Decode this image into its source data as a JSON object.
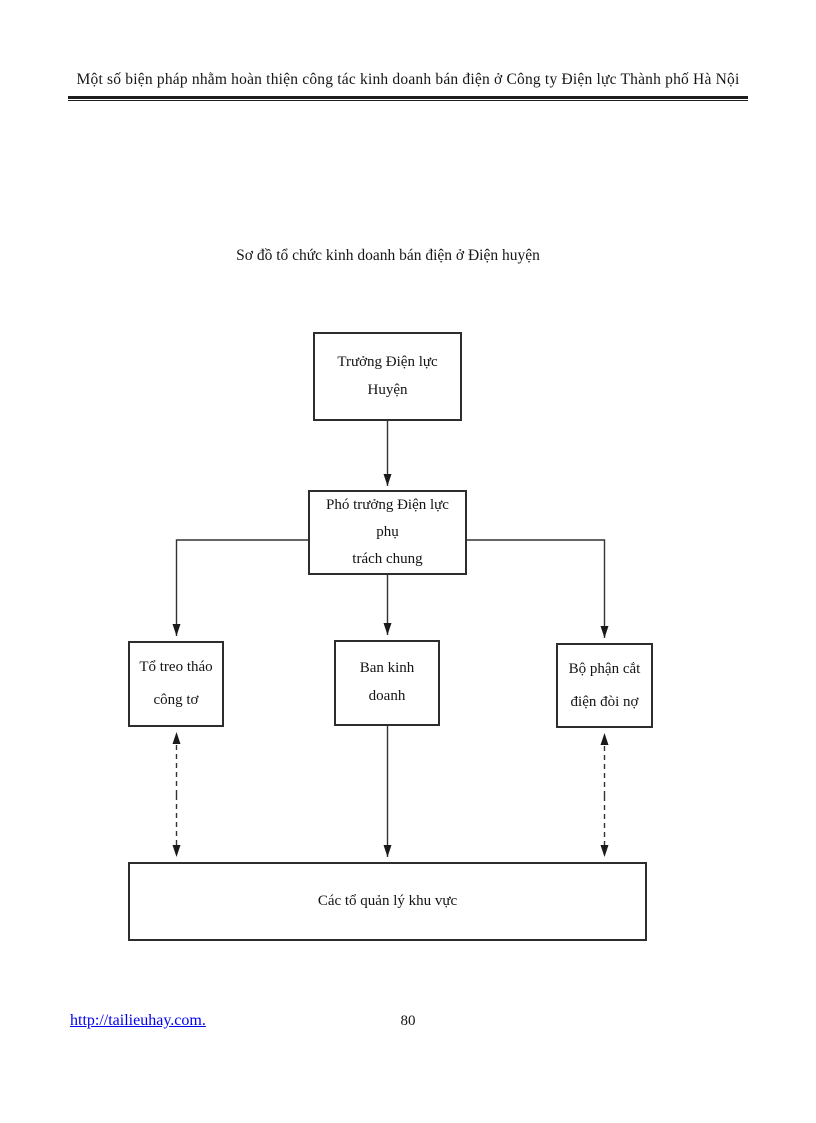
{
  "header": {
    "text": "Một số biện pháp nhằm hoàn thiện công tác kinh doanh bán điện ở Công ty Điện lực Thành phố Hà Nội"
  },
  "diagram": {
    "title": "Sơ đồ tổ chức kinh doanh bán điện ở Điện huyện",
    "nodes": [
      {
        "id": "truong-dien-luc-huyen",
        "label": "Trưởng Điện lực Huyện"
      },
      {
        "id": "pho-truong-dien-luc",
        "label": "Phó trưởng Điện lực phụ\ntrách chung"
      },
      {
        "id": "to-treo-thao-cong-to",
        "label": "Tổ treo tháo\ncông tơ"
      },
      {
        "id": "ban-kinh-doanh",
        "label": "Ban kinh doanh"
      },
      {
        "id": "bo-phan-cat-dien-doi-no",
        "label": "Bộ phận cắt\nđiện đòi nợ"
      },
      {
        "id": "cac-to-quan-ly-khu-vuc",
        "label": "Các tổ quản lý khu vực"
      }
    ],
    "edges": [
      {
        "from": "truong-dien-luc-huyen",
        "to": "pho-truong-dien-luc",
        "style": "solid",
        "arrows": "to"
      },
      {
        "from": "pho-truong-dien-luc",
        "to": "to-treo-thao-cong-to",
        "style": "solid",
        "arrows": "to"
      },
      {
        "from": "pho-truong-dien-luc",
        "to": "ban-kinh-doanh",
        "style": "solid",
        "arrows": "to"
      },
      {
        "from": "pho-truong-dien-luc",
        "to": "bo-phan-cat-dien-doi-no",
        "style": "solid",
        "arrows": "to"
      },
      {
        "from": "ban-kinh-doanh",
        "to": "cac-to-quan-ly-khu-vuc",
        "style": "solid",
        "arrows": "to"
      },
      {
        "from": "to-treo-thao-cong-to",
        "to": "cac-to-quan-ly-khu-vuc",
        "style": "dashed",
        "arrows": "both"
      },
      {
        "from": "bo-phan-cat-dien-doi-no",
        "to": "cac-to-quan-ly-khu-vuc",
        "style": "dashed",
        "arrows": "both"
      }
    ],
    "colors": {
      "line": "#333333",
      "border": "#2d2d2d",
      "text": "#141414"
    }
  },
  "footer": {
    "link_text": "http://tailieuhay.com.",
    "link_color": "#0000ee",
    "page_number": "80"
  }
}
